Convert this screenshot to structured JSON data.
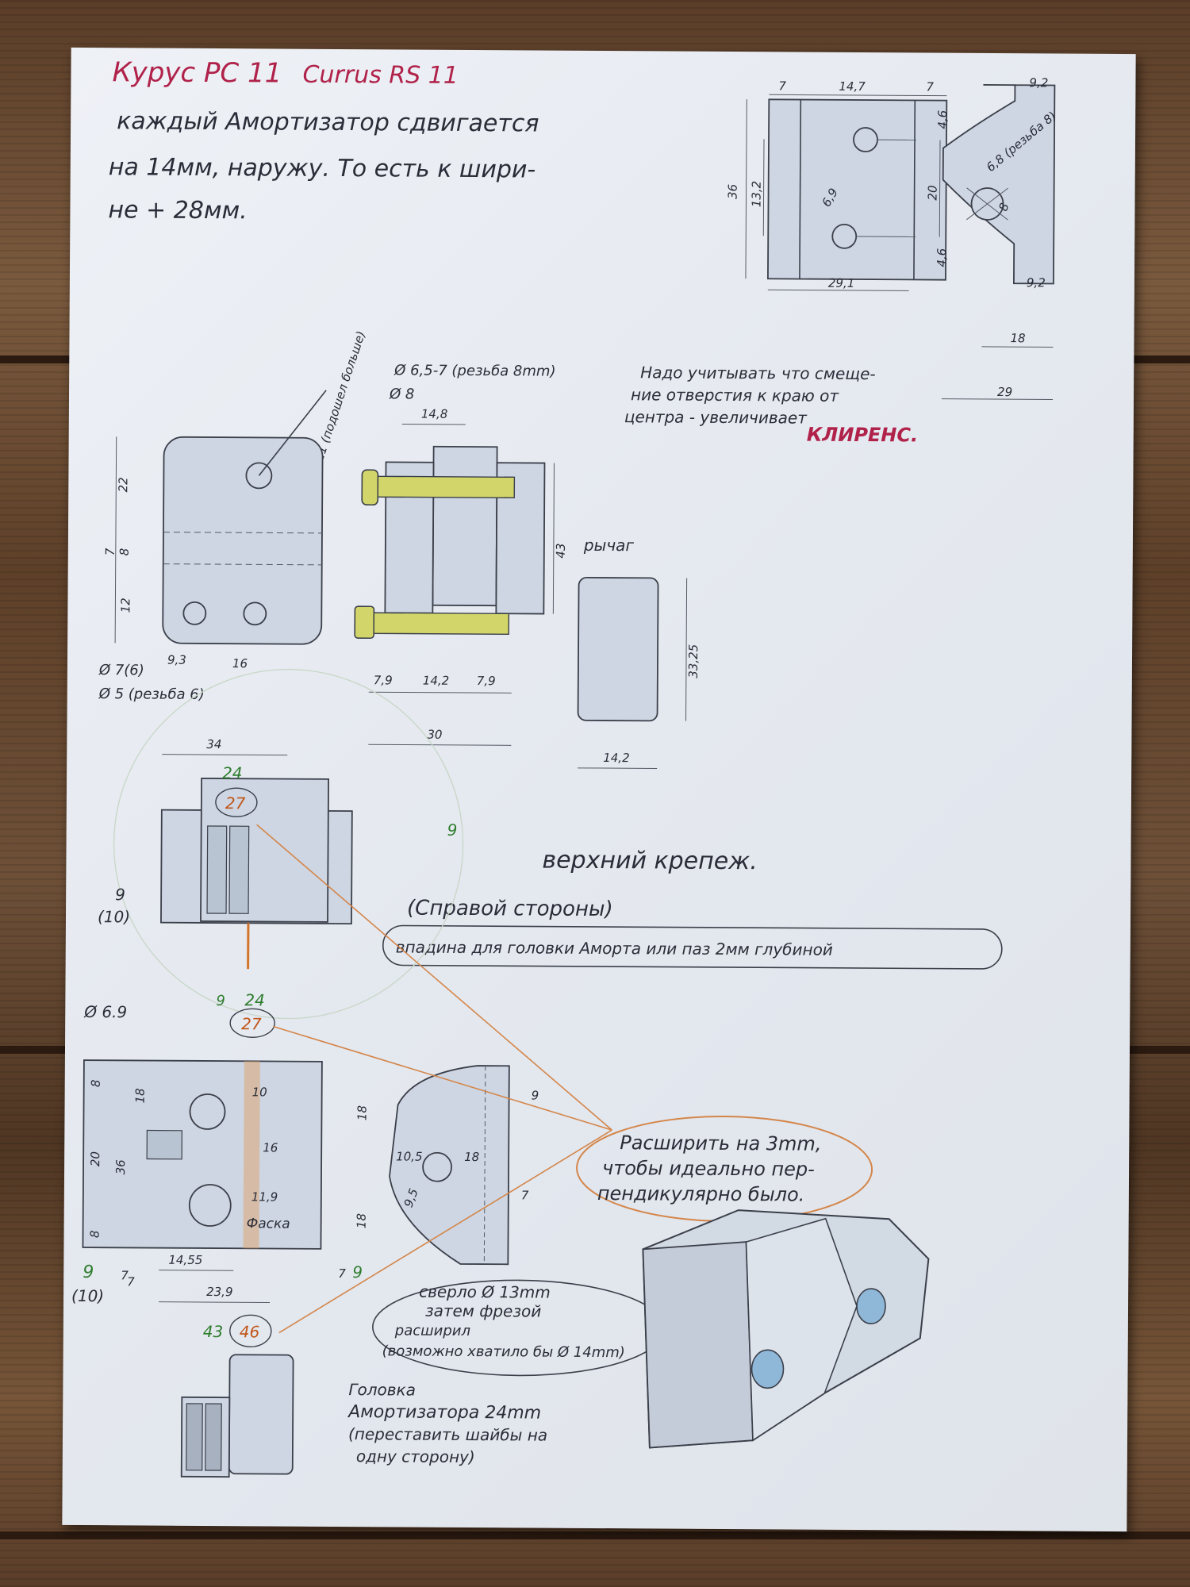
{
  "title": {
    "line1_ru": "Курус РС 11",
    "line1_en": "Currus RS 11"
  },
  "intro": [
    "каждый Амортизатор сдвигается",
    "на 14мм, наружу. То есть к шири-",
    "не + 28мм."
  ],
  "top_right_dims": {
    "w1": "7",
    "w2": "14,7",
    "w3": "7",
    "h36": "36",
    "h13_2": "13,2",
    "d6_9": "6,9",
    "h20": "20",
    "h4_6a": "4,6",
    "h4_6b": "4,6",
    "w29_1": "29,1",
    "side_9_2a": "9,2",
    "side_6_8": "6,8 (резьба 8)",
    "side_8": "8",
    "side_9_2b": "9,2",
    "side_18": "18",
    "side_29": "29"
  },
  "hole_note": {
    "d1": "Ø 6,5-7 (резьба 8mm)",
    "d2": "Ø 8",
    "rot": "11 (подошел больше)",
    "note1": "Надо учитывать что смеще-",
    "note2": "ние отверстия к краю от",
    "note3": "центра - увеличивает",
    "clearance": "КЛИРЕНС."
  },
  "front_plate_dims": {
    "h22": "22",
    "h8": "8",
    "h7": "7",
    "h12": "12",
    "d7": "Ø 7(6)",
    "d5": "Ø 5 (резьба 6)",
    "w9_3": "9,3",
    "w16": "16",
    "w34": "34"
  },
  "bolt_view_dims": {
    "top": "14,8",
    "h43": "43",
    "b1": "7,9",
    "b2": "14,2",
    "b3": "7,9",
    "b30": "30"
  },
  "lever": {
    "label": "рычаг",
    "h": "33,25",
    "w": "14,2"
  },
  "upper_mount": {
    "title": "верхний крепеж.",
    "subtitle": "(Справой стороны)",
    "bubble": "впадина для головки Аморта или паз 2мм глубиной"
  },
  "view_a_dims": {
    "top_green": "24",
    "top_orange": "27",
    "right_green": "9",
    "left": "9",
    "left_paren": "(10)"
  },
  "view_b_dims": {
    "d6_9": "Ø 6.9",
    "mid_green": "24",
    "mid_orange": "27",
    "side_green": "9",
    "l8a": "8",
    "l18": "18",
    "l20": "20",
    "l36": "36",
    "l8b": "8",
    "d10": "10",
    "d16": "16",
    "d11_9": "11,9",
    "paint": "Фаска",
    "w14_55": "14,55",
    "w7": "7"
  },
  "side_view_dims": {
    "h18a": "18",
    "h18b": "18",
    "d10_5": "10,5",
    "d18": "18",
    "d9_5": "9,5",
    "r9": "9",
    "r7": "7"
  },
  "bottom_left": {
    "green9": "9",
    "paren10": "(10)",
    "seven": "7"
  },
  "expand_note": [
    "Расширить на 3mm,",
    "чтобы идеально пер-",
    "пендикулярно было."
  ],
  "drill_note": [
    "сверло Ø 13mm",
    "затем фрезой",
    "расширил",
    "(возможно хватило бы Ø 14mm)"
  ],
  "bottom_view_dims": {
    "w23_9": "23,9",
    "w7": "7",
    "g9": "9",
    "g43": "43",
    "o46": "46"
  },
  "head_note": [
    "Головка",
    "Амортизатора 24mm",
    "(переставить шайбы на",
    "одну сторону)"
  ],
  "colors": {
    "paper": "#e6eaf0",
    "ink": "#2a2d38",
    "red_title": "#b0224a",
    "green_dim": "#2e7d2e",
    "orange_line": "#d4864a",
    "bolt_yellow": "#d2d66a"
  },
  "icons": [
    "shock-absorber-mount-sketch"
  ]
}
